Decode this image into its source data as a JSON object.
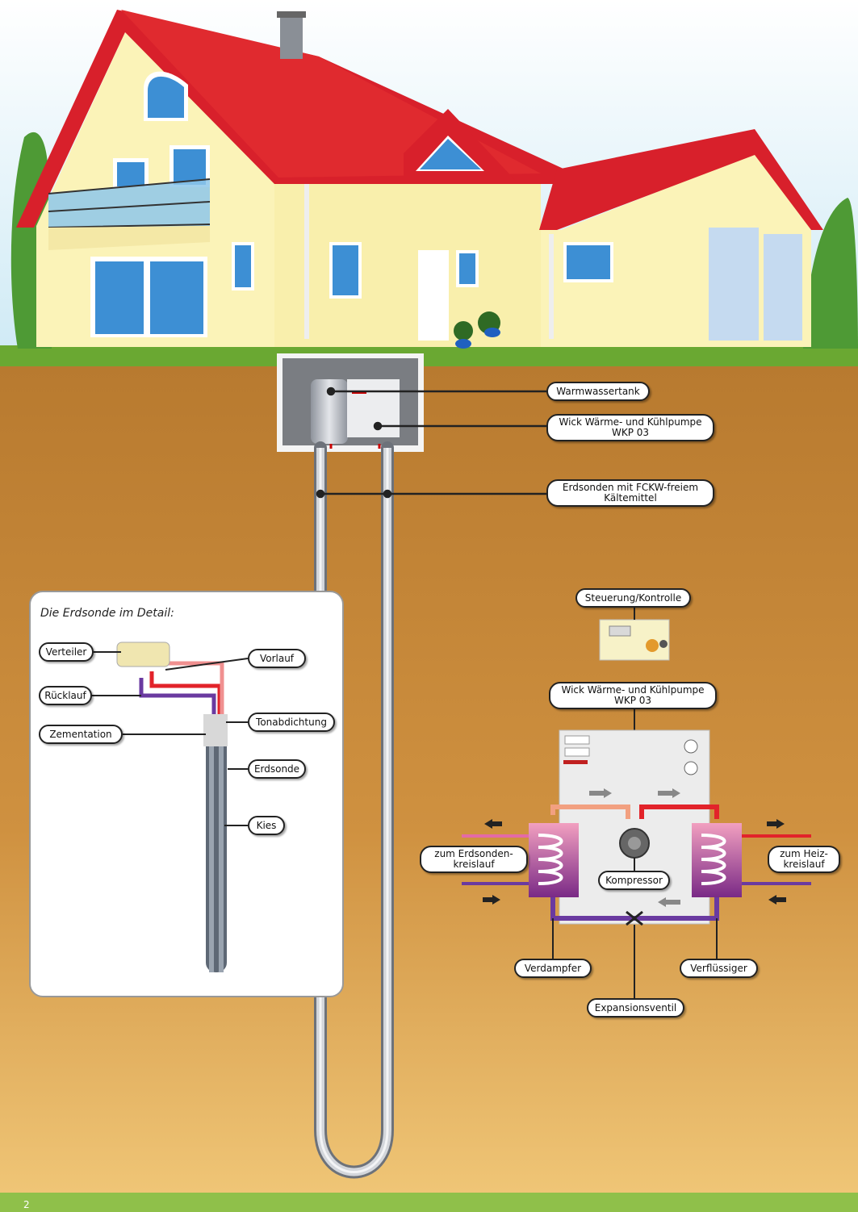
{
  "labels": {
    "warmwassertank": "Warmwassertank",
    "waermepumpe_top": "Wick Wärme- und Kühlpumpe\nWKP 03",
    "erdsonden": "Erdsonden mit FCKW-freiem\nKältemittel",
    "steuerung": "Steuerung/Kontrolle",
    "waermepumpe_detail": "Wick Wärme- und Kühlpumpe\nWKP 03",
    "zum_erdsonden": "zum Erdsonden-\nkreislauf",
    "zum_heiz": "zum Heiz-\nkreislauf",
    "kompressor": "Kompressor",
    "verdampfer": "Verdampfer",
    "verfluessiger": "Verflüssiger",
    "expansionsventil": "Expansionsventil"
  },
  "detail": {
    "title": "Die Erdsonde im Detail:",
    "verteiler": "Verteiler",
    "vorlauf": "Vorlauf",
    "ruecklauf": "Rücklauf",
    "tonabdichtung": "Tonabdichtung",
    "zementation": "Zementation",
    "erdsonde": "Erdsonde",
    "kies": "Kies"
  },
  "page_number": "2",
  "colors": {
    "roof": "#d8202b",
    "wall": "#fbf3b8",
    "soil": "#c98a3c",
    "grass": "#6aa832",
    "sky": "#dff2fb",
    "pipe": "#b8bcc4",
    "hot": "#e2232a",
    "cold": "#6a3aa0"
  }
}
